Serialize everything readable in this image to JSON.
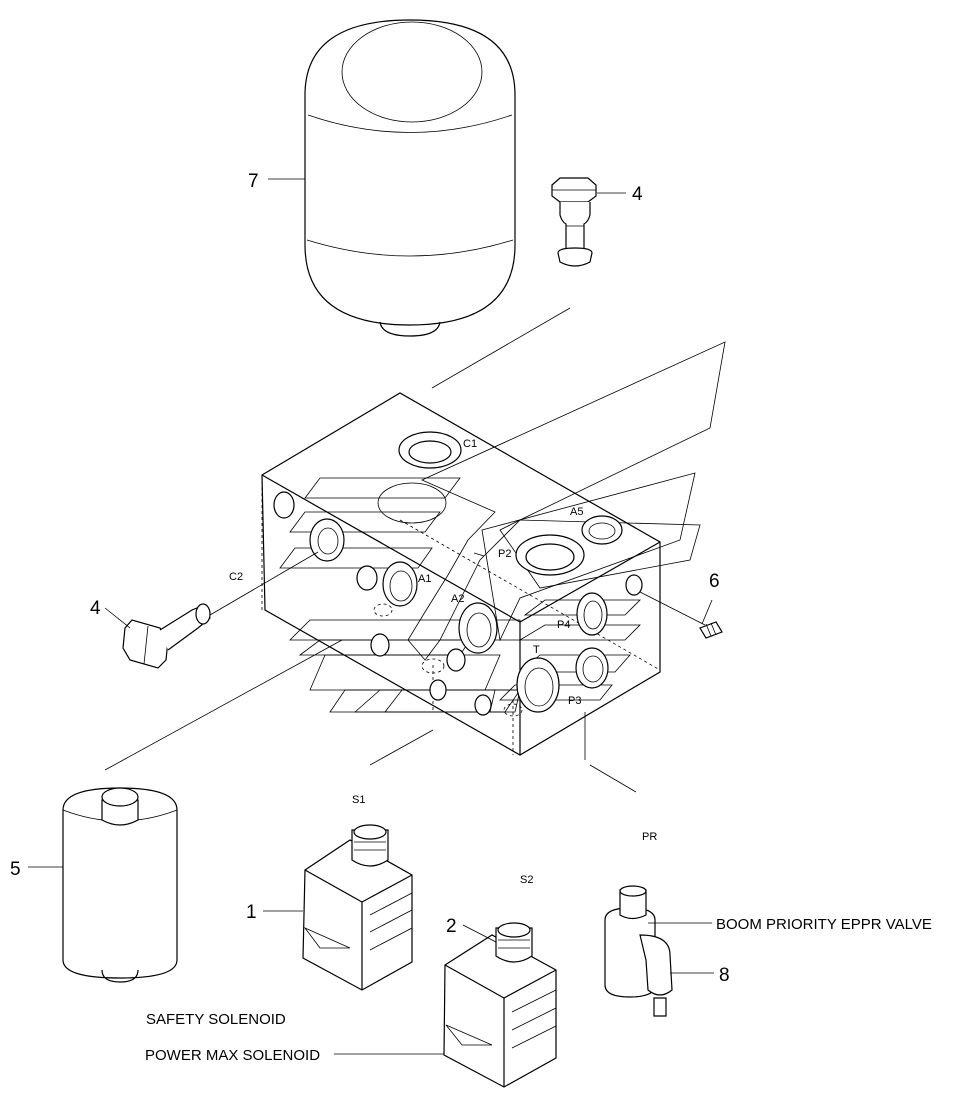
{
  "callouts": {
    "n1": "1",
    "n2": "2",
    "n4a": "4",
    "n4b": "4",
    "n5": "5",
    "n6": "6",
    "n7": "7",
    "n8": "8"
  },
  "ports": {
    "c1": "C1",
    "c2": "C2",
    "a1": "A1",
    "a2": "A2",
    "a5": "A5",
    "p2": "P2",
    "p3": "P3",
    "p4": "P4",
    "t": "T"
  },
  "solenoid_codes": {
    "s1": "S1",
    "s2": "S2",
    "pr": "PR"
  },
  "labels": {
    "boom_priority": "BOOM PRIORITY EPPR VALVE",
    "safety": "SAFETY SOLENOID",
    "power_max": "POWER MAX SOLENOID"
  }
}
